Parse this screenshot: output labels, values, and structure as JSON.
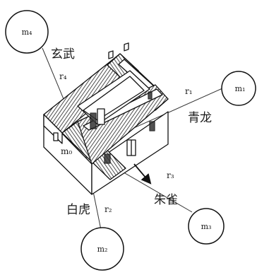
{
  "labels": {
    "north": "玄武",
    "east": "青龙",
    "west": "白虎",
    "south": "朱雀",
    "center_mass": "m₀"
  },
  "bodies": {
    "north": {
      "mass": "m₄",
      "distance": "r₄"
    },
    "east": {
      "mass": "m₁",
      "distance": "r₁"
    },
    "west": {
      "mass": "m₂",
      "distance": "r₂"
    },
    "south": {
      "mass": "m₃",
      "distance": "r₃"
    }
  }
}
